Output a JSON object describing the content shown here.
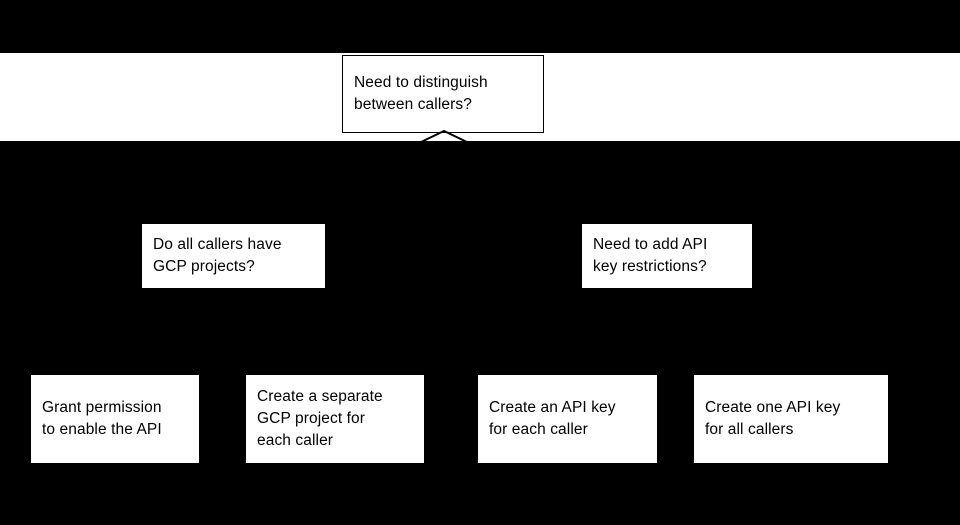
{
  "diagram": {
    "type": "decision-flowchart",
    "background_color": "#000000",
    "node_fill_color": "#ffffff",
    "node_text_color": "#000000",
    "stroke_color": "#000000",
    "levels": [
      {
        "level": 1,
        "nodes": [
          {
            "id": "root",
            "shape": "rectangle",
            "kind": "decision",
            "text": "Need to distinguish\nbetween callers?"
          }
        ]
      },
      {
        "level": 2,
        "nodes": [
          {
            "id": "gcp-projects",
            "shape": "rectangle",
            "kind": "decision",
            "text": "Do all callers have\nGCP projects?"
          },
          {
            "id": "key-restrictions",
            "shape": "rectangle",
            "kind": "decision",
            "text": "Need to add API\nkey restrictions?"
          }
        ]
      },
      {
        "level": 3,
        "nodes": [
          {
            "id": "grant-permission",
            "shape": "rectangle",
            "kind": "outcome",
            "text": "Grant permission\nto enable the API"
          },
          {
            "id": "separate-project",
            "shape": "rectangle",
            "kind": "outcome",
            "text": "Create a separate\nGCP project for\neach caller"
          },
          {
            "id": "key-each-caller",
            "shape": "rectangle",
            "kind": "outcome",
            "text": "Create an API key\nfor each caller"
          },
          {
            "id": "key-all-callers",
            "shape": "rectangle",
            "kind": "outcome",
            "text": "Create one API key\nfor all callers"
          }
        ]
      }
    ],
    "connectors": [
      {
        "id": "root-arrowhead",
        "from": "root",
        "type": "arrowhead",
        "direction": "up"
      }
    ]
  }
}
